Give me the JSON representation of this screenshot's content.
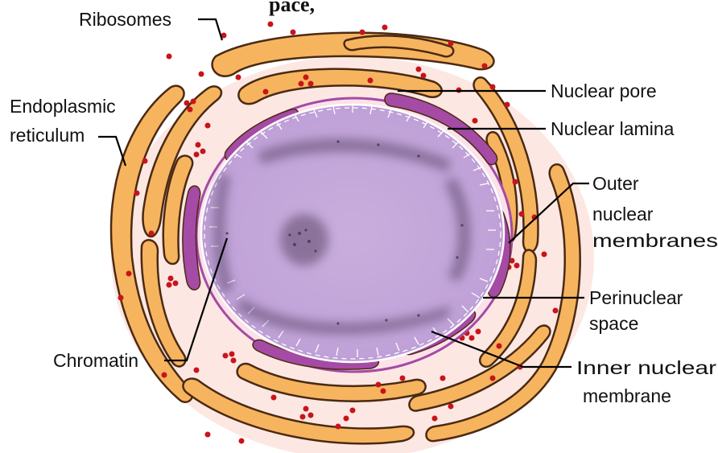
{
  "title_fragment": "pace,",
  "labels": {
    "ribosomes": "Ribosomes",
    "er_line1": "Endoplasmic",
    "er_line2": "reticulum",
    "nuclear_pore": "Nuclear pore",
    "nuclear_lamina": "Nuclear lamina",
    "outer_line1": "Outer",
    "outer_line2": "nuclear",
    "outer_line3": "membranes",
    "perinuclear_line1": "Perinuclear",
    "perinuclear_line2": "space",
    "chromatin": "Chromatin",
    "inner_line1": "Inner nuclear",
    "inner_line2": "membrane"
  },
  "colors": {
    "er_fill": "#f7b45f",
    "er_outline": "#4a2a12",
    "cytoplasm": "#fde7e3",
    "ribosome": "#c8141a",
    "nuclear_envelope": "#a54aa5",
    "nucleoplasm": "#c3a6d9",
    "chromatin": "#4a3550",
    "lamina": "#ffffff"
  }
}
